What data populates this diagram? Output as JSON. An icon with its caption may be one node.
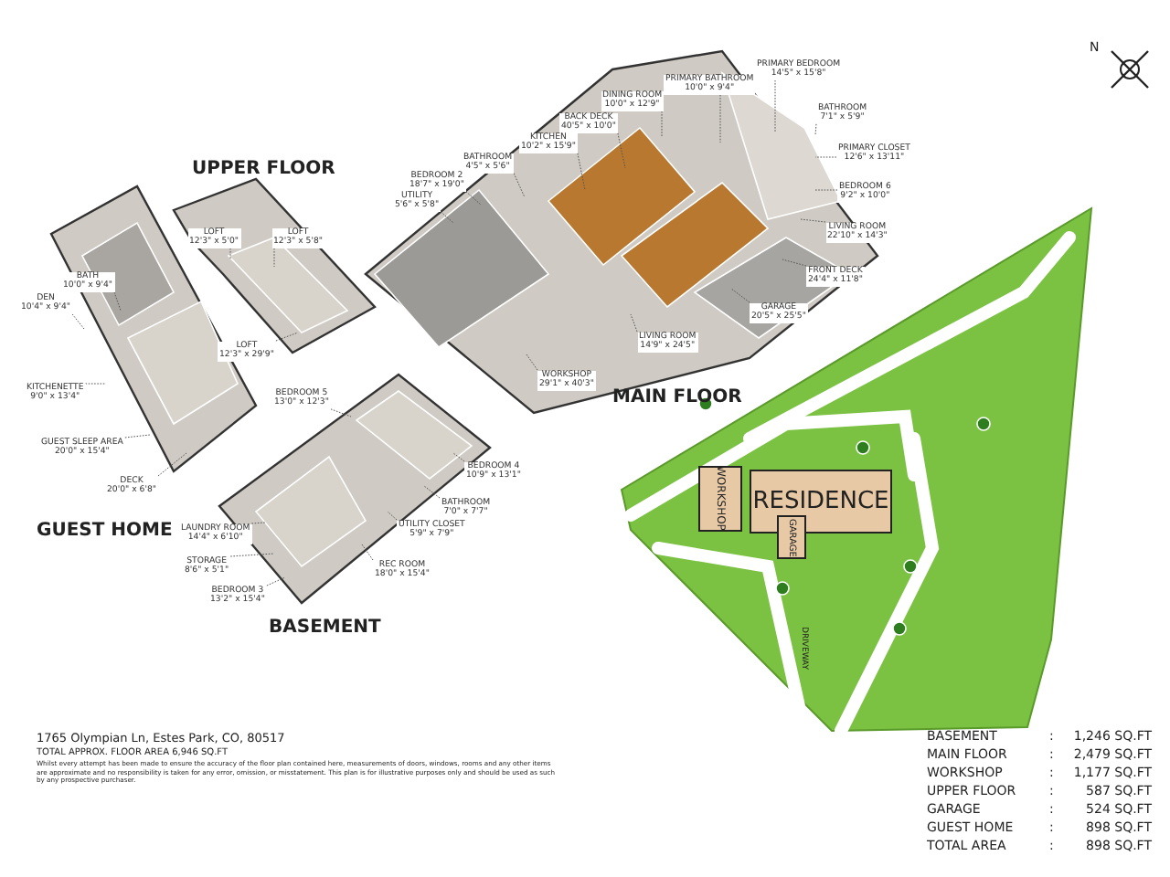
{
  "diagram": {
    "nodes": [
      {
        "text": [
          "PRIMARY BEDROOM",
          "14'5\" x 15'8\""
        ]
      },
      {
        "text": [
          "DINING ROOM",
          "10'0\" x 12'9\""
        ]
      },
      {
        "text": [
          "PRIMARY BATHROOM",
          "10'0\" x 9'4\""
        ]
      },
      {
        "text": [
          "BACK DECK",
          "40'5\" x 10'0\""
        ]
      },
      {
        "text": [
          "KITCHEN",
          "10'2\" x 15'9\""
        ]
      },
      {
        "text": [
          "BATHROOM",
          "7'1\" x 5'9\""
        ]
      },
      {
        "text": [
          "BATHROOM",
          "4'5\" x 5'6\""
        ]
      },
      {
        "text": [
          "BEDROOM 2",
          "18'7\" x 19'0\""
        ]
      },
      {
        "text": [
          "PRIMARY CLOSET",
          "12'6\" x 13'11\""
        ]
      },
      {
        "text": [
          "UTILITY",
          "5'6\" x 5'8\""
        ]
      },
      {
        "text": [
          "BEDROOM 6",
          "9'2\" x 10'0\""
        ]
      },
      {
        "text": [
          "LIVING ROOM",
          "22'10\" x 14'3\""
        ]
      },
      {
        "text": [
          "FRONT DECK",
          "24'4\" x 11'8\""
        ]
      },
      {
        "text": [
          "GARAGE",
          "20'5\" x 25'5\""
        ]
      },
      {
        "text": [
          "LIVING ROOM",
          "14'9\" x 24'5\""
        ]
      },
      {
        "text": [
          "WORKSHOP",
          "29'1\" x 40'3\""
        ]
      },
      {
        "text": [
          "LOFT",
          "12'3\" x 5'0\""
        ]
      },
      {
        "text": [
          "LOFT",
          "12'3\" x 5'8\""
        ]
      },
      {
        "text": [
          "LOFT",
          "12'3\" x 29'9\""
        ]
      },
      {
        "text": [
          "BATH",
          "10'0\" x 9'4\""
        ]
      },
      {
        "text": [
          "DEN",
          "10'4\" x 9'4\""
        ]
      },
      {
        "text": [
          "KITCHENETTE",
          "9'0\" x 13'4\""
        ]
      },
      {
        "text": [
          "GUEST SLEEP AREA",
          "20'0\" x 15'4\""
        ]
      },
      {
        "text": [
          "DECK",
          "20'0\" x 6'8\""
        ]
      },
      {
        "text": [
          "BEDROOM 5",
          "13'0\" x 12'3\""
        ]
      },
      {
        "text": [
          "BEDROOM 4",
          "10'9\" x 13'1\""
        ]
      },
      {
        "text": [
          "BATHROOM",
          "7'0\" x 7'7\""
        ]
      },
      {
        "text": [
          "UTILITY CLOSET",
          "5'9\" x 7'9\""
        ]
      },
      {
        "text": [
          "REC ROOM",
          "18'0\" x 15'4\""
        ]
      },
      {
        "text": [
          "LAUNDRY ROOM",
          "14'4\" x 6'10\""
        ]
      },
      {
        "text": [
          "STORAGE",
          "8'6\" x 5'1\""
        ]
      },
      {
        "text": [
          "BEDROOM 3",
          "13'2\" x 15'4\""
        ]
      },
      {
        "text": [
          "RESIDENCE"
        ]
      },
      {
        "text": [
          "WORKSHOP"
        ]
      },
      {
        "text": [
          "GARAGE"
        ]
      }
    ],
    "edges": [
      {
        "from": 0,
        "to": null,
        "arrow": "none"
      },
      {
        "from": 1,
        "to": null,
        "arrow": "none"
      },
      {
        "from": 2,
        "to": null,
        "arrow": "none"
      },
      {
        "from": 3,
        "to": null,
        "arrow": "none"
      },
      {
        "from": 4,
        "to": null,
        "arrow": "none"
      },
      {
        "from": 5,
        "to": null,
        "arrow": "none"
      },
      {
        "from": 6,
        "to": null,
        "arrow": "none"
      },
      {
        "from": 7,
        "to": null,
        "arrow": "none"
      },
      {
        "from": 8,
        "to": null,
        "arrow": "none"
      },
      {
        "from": 9,
        "to": null,
        "arrow": "none"
      },
      {
        "from": 10,
        "to": null,
        "arrow": "none"
      },
      {
        "from": 11,
        "to": null,
        "arrow": "none"
      },
      {
        "from": 12,
        "to": null,
        "arrow": "none"
      },
      {
        "from": 13,
        "to": null,
        "arrow": "none"
      },
      {
        "from": 14,
        "to": null,
        "arrow": "none"
      },
      {
        "from": 15,
        "to": null,
        "arrow": "none"
      },
      {
        "from": 16,
        "to": null,
        "arrow": "none"
      },
      {
        "from": 17,
        "to": null,
        "arrow": "none"
      },
      {
        "from": 18,
        "to": null,
        "arrow": "none"
      },
      {
        "from": 19,
        "to": null,
        "arrow": "none"
      },
      {
        "from": 20,
        "to": null,
        "arrow": "none"
      },
      {
        "from": 21,
        "to": null,
        "arrow": "none"
      },
      {
        "from": 22,
        "to": null,
        "arrow": "none"
      },
      {
        "from": 23,
        "to": null,
        "arrow": "none"
      },
      {
        "from": 24,
        "to": null,
        "arrow": "none"
      },
      {
        "from": 25,
        "to": null,
        "arrow": "none"
      },
      {
        "from": 26,
        "to": null,
        "arrow": "none"
      },
      {
        "from": 27,
        "to": null,
        "arrow": "none"
      },
      {
        "from": 28,
        "to": null,
        "arrow": "none"
      },
      {
        "from": 29,
        "to": null,
        "arrow": "none"
      },
      {
        "from": 30,
        "to": null,
        "arrow": "none"
      },
      {
        "from": 31,
        "to": null,
        "arrow": "none"
      }
    ],
    "labels": [
      "N",
      "UPPER FLOOR",
      "MAIN FLOOR",
      "GUEST HOME",
      "BASEMENT",
      "DRIVEWAY",
      "1765 Olympian Ln, Estes Park, CO, 80517",
      "TOTAL APPROX. FLOOR AREA 6,946 SQ.FT",
      "Whilst every attempt has been made to ensure the accuracy of the floor plan contained here, measurements of doors, windows, rooms and any other items are approximate and no responsibility is taken for any error, omission, or misstatement. This plan is for illustrative purposes only and should be used as such by any prospective purchaser.",
      "BASEMENT",
      ":",
      "1,246 SQ.FT",
      "MAIN FLOOR",
      ":",
      "2,479 SQ.FT",
      "WORKSHOP",
      ":",
      "1,177 SQ.FT",
      "UPPER FLOOR",
      ":",
      "587 SQ.FT",
      "GARAGE",
      ":",
      "524 SQ.FT",
      "GUEST HOME",
      ":",
      "898 SQ.FT",
      "TOTAL AREA",
      ":",
      "898 SQ.FT"
    ]
  }
}
